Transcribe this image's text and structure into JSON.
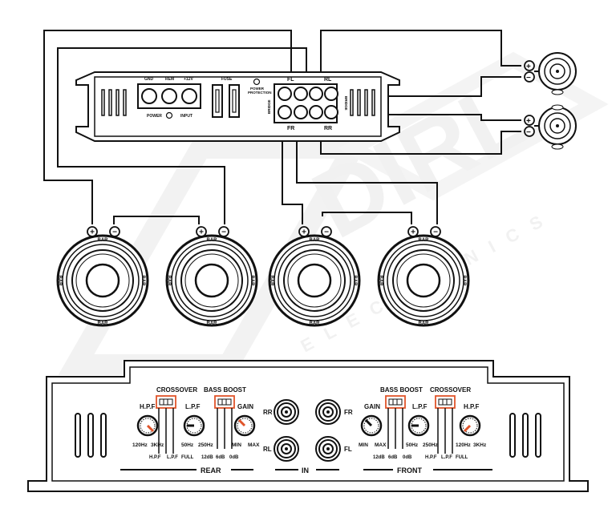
{
  "colors": {
    "ink": "#111111",
    "accent": "#e0542a",
    "watermark": "#e6e6e6",
    "white": "#ffffff"
  },
  "top_amp": {
    "left_labels": [
      "GND",
      "REM",
      "+12V"
    ],
    "power_label": "POWER",
    "input_label": "INPUT",
    "fuse_label": "FUSE",
    "protection_label": "POWER\nPROTECTION",
    "bridge_left": "BRIDGE",
    "bridge_right": "BRIDGE",
    "ch_fl": "FL",
    "ch_rl": "RL",
    "ch_fr": "FR",
    "ch_rr": "RR"
  },
  "speakers": {
    "brand": "BAR",
    "plus": "+",
    "minus": "−"
  },
  "watermark": {
    "brand": "DIRL",
    "sub": "ELECTRONICS"
  },
  "bottom_amp": {
    "rear": {
      "section_label": "REAR",
      "crossover_label": "CROSSOVER",
      "hpf_label": "H.P.F",
      "hpf_min": "120Hz",
      "hpf_max": "3KHz",
      "lpf_label": "L.P.F",
      "lpf_min": "50Hz",
      "lpf_max": "250Hz",
      "switch_hpf": "H.P.F",
      "switch_lpf": "L.P.F",
      "switch_full": "FULL",
      "bass_boost_label": "BASS BOOST",
      "bb_12": "12dB",
      "bb_6": "6dB",
      "bb_0": "0dB",
      "gain_label": "GAIN",
      "gain_min": "MIN",
      "gain_max": "MAX"
    },
    "in": {
      "label": "IN",
      "rr": "RR",
      "fr": "FR",
      "rl": "RL",
      "fl": "FL"
    },
    "front": {
      "section_label": "FRONT",
      "gain_label": "GAIN",
      "gain_min": "MIN",
      "gain_max": "MAX",
      "bass_boost_label": "BASS BOOST",
      "bb_12": "12dB",
      "bb_6": "6dB",
      "bb_0": "0dB",
      "lpf_label": "L.P.F",
      "lpf_min": "50Hz",
      "lpf_max": "250Hz",
      "crossover_label": "CROSSOVER",
      "switch_hpf": "H.P.F",
      "switch_lpf": "L.P.F",
      "switch_full": "FULL",
      "hpf_label": "H.P.F",
      "hpf_min": "120Hz",
      "hpf_max": "3KHz"
    }
  }
}
